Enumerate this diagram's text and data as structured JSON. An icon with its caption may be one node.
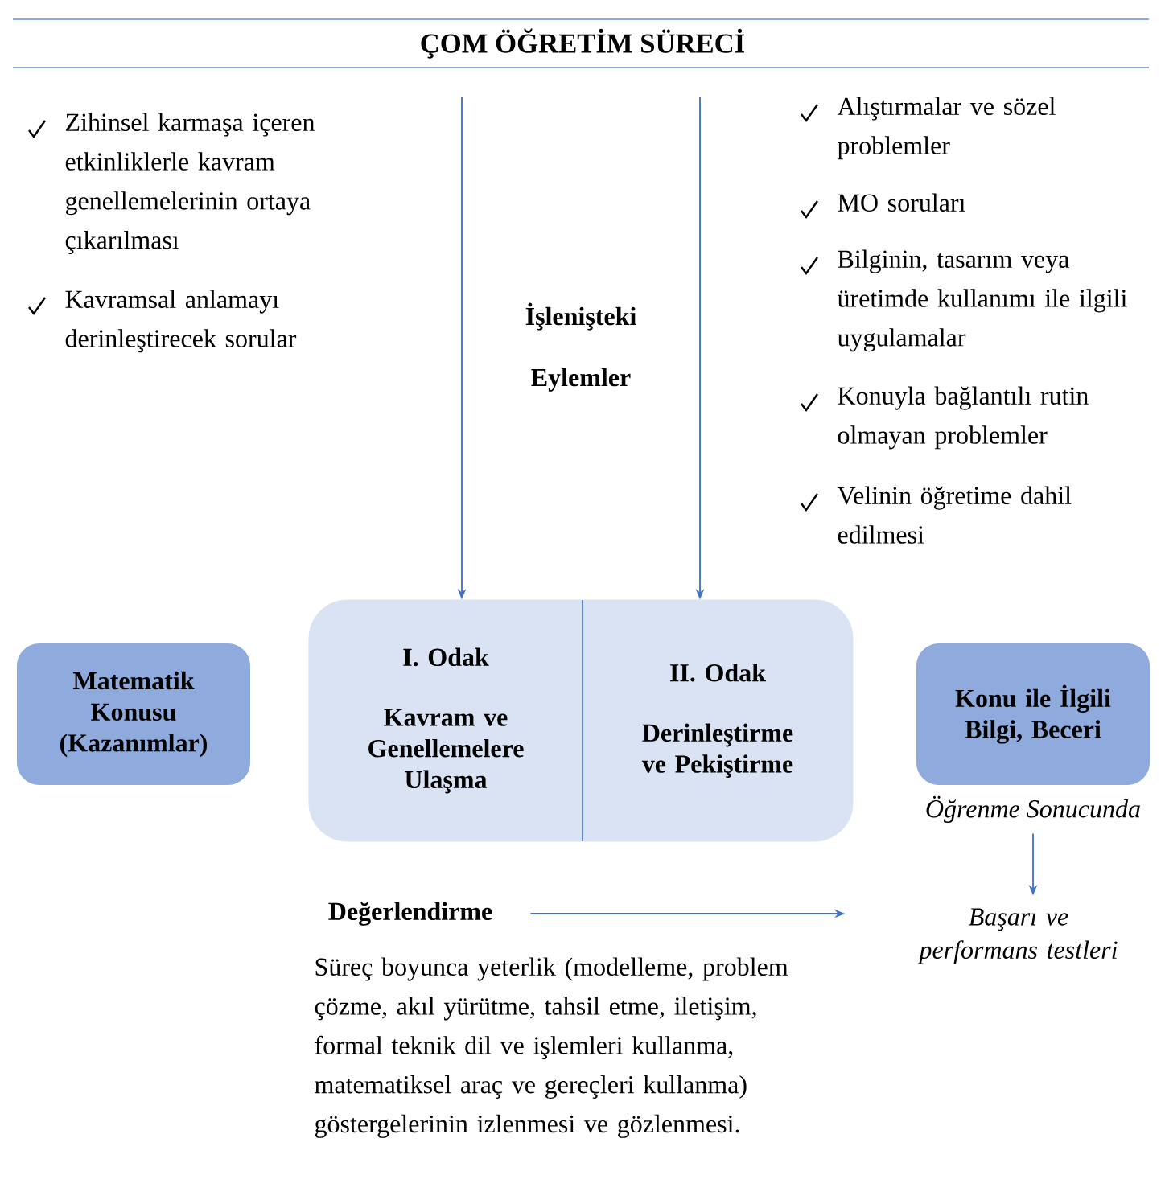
{
  "diagram": {
    "title": "ÇOM ÖĞRETİM SÜRECİ",
    "nodes": [
      {
        "text": [],
        "shape": "box"
      },
      {
        "text": [
          "I. Odak",
          "Kavram ve Genellemelere Ulaşma"
        ],
        "in": 0
      },
      {
        "text": [
          "II. Odak",
          "Derinleştirme ve Pekiştirme"
        ],
        "in": 0
      },
      {
        "text": [
          "Matematik Konusu (Kazanımlar)"
        ]
      },
      {
        "text": [
          "Konu ile İlgili Bilgi, Beceri"
        ],
        "beside": [
          "Öğrenme Sonucunda"
        ]
      },
      {
        "text": [
          "Başarı ve performans testleri"
        ]
      },
      {
        "text": [
          "Değerlendirme"
        ]
      }
    ],
    "edges": [
      {
        "from": null,
        "to": 1,
        "arrow": "to"
      },
      {
        "from": null,
        "to": 2,
        "arrow": "to"
      },
      {
        "from": 4,
        "to": 5,
        "arrow": "to"
      },
      {
        "from": 6,
        "to": 5,
        "arrow": "to"
      }
    ],
    "labels": [
      "Zihinsel karmaşa içeren etkinliklerle kavram genellemelerinin ortaya çıkarılması",
      "Kavramsal anlamayı derinleştirecek sorular",
      "İşlenişteki Eylemler",
      "Alıştırmalar ve sözel problemler",
      "MO soruları",
      "Bilginin, tasarım veya üretimde kullanımı ile ilgili uygulamalar",
      "Konuyla bağlantılı rutin olmayan problemler",
      "Velinin öğretime dahil edilmesi",
      "Süreç boyunca yeterlik (modelleme, problem çözme, akıl yürütme, tahsil etme, iletişim, formal teknik dil ve işlemleri kullanma, matematiksel araç ve gereçleri kullanma) göstergelerinin izlenmesi ve gözlenmesi."
    ]
  }
}
